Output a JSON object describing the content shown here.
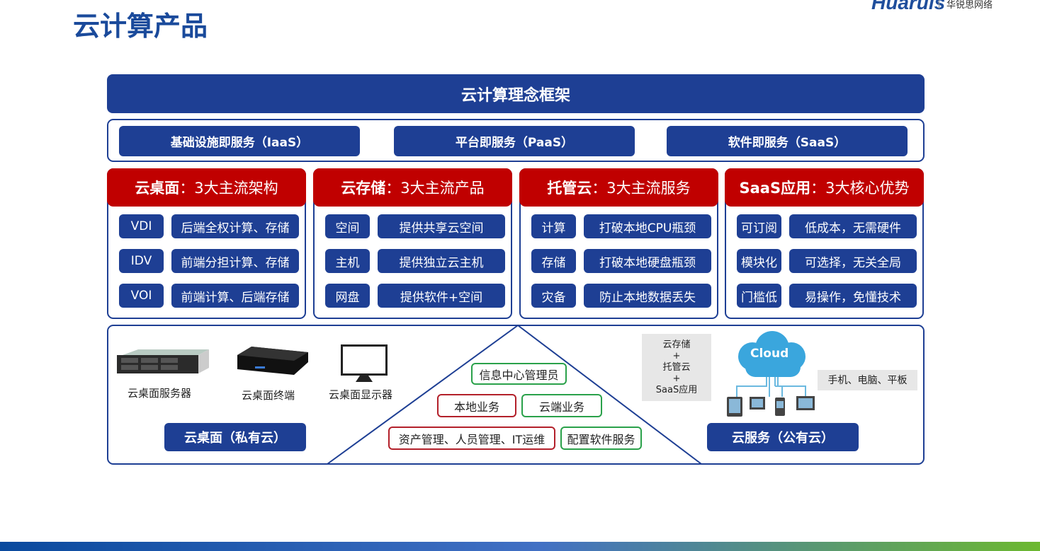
{
  "page_title": "云计算产品",
  "logo": {
    "en": "Huaruis",
    "cn": "华锐思网络"
  },
  "framework_title": "云计算理念框架",
  "services": [
    "基础设施即服务（IaaS）",
    "平台即服务（PaaS）",
    "软件即服务（SaaS）"
  ],
  "cards": [
    {
      "name": "云桌面",
      "subtitle": "：3大主流架构",
      "rows": [
        [
          "VDI",
          "后端全权计算、存储"
        ],
        [
          "IDV",
          "前端分担计算、存储"
        ],
        [
          "VOI",
          "前端计算、后端存储"
        ]
      ]
    },
    {
      "name": "云存储",
      "subtitle": "：3大主流产品",
      "rows": [
        [
          "空间",
          "提供共享云空间"
        ],
        [
          "主机",
          "提供独立云主机"
        ],
        [
          "网盘",
          "提供软件+空间"
        ]
      ]
    },
    {
      "name": "托管云",
      "subtitle": "：3大主流服务",
      "rows": [
        [
          "计算",
          "打破本地CPU瓶颈"
        ],
        [
          "存储",
          "打破本地硬盘瓶颈"
        ],
        [
          "灾备",
          "防止本地数据丢失"
        ]
      ]
    },
    {
      "name": "SaaS应用",
      "subtitle": "：3大核心优势",
      "rows": [
        [
          "可订阅",
          "低成本，无需硬件"
        ],
        [
          "模块化",
          "可选择，无关全局"
        ],
        [
          "门槛低",
          "易操作，免懂技术"
        ]
      ]
    }
  ],
  "private": {
    "devices": [
      "云桌面服务器",
      "云桌面终端",
      "云桌面显示器"
    ],
    "button": "云桌面（私有云）"
  },
  "pyramid": {
    "top": "信息中心管理员",
    "local": "本地业务",
    "cloud": "云端业务",
    "mgmt": "资产管理、人员管理、IT运维",
    "config": "配置软件服务"
  },
  "public": {
    "stack": [
      "云存储",
      "+",
      "托管云",
      "+",
      "SaaS应用"
    ],
    "cloud_label": "Cloud",
    "devices_label": "手机、电脑、平板",
    "button": "云服务（公有云）"
  }
}
